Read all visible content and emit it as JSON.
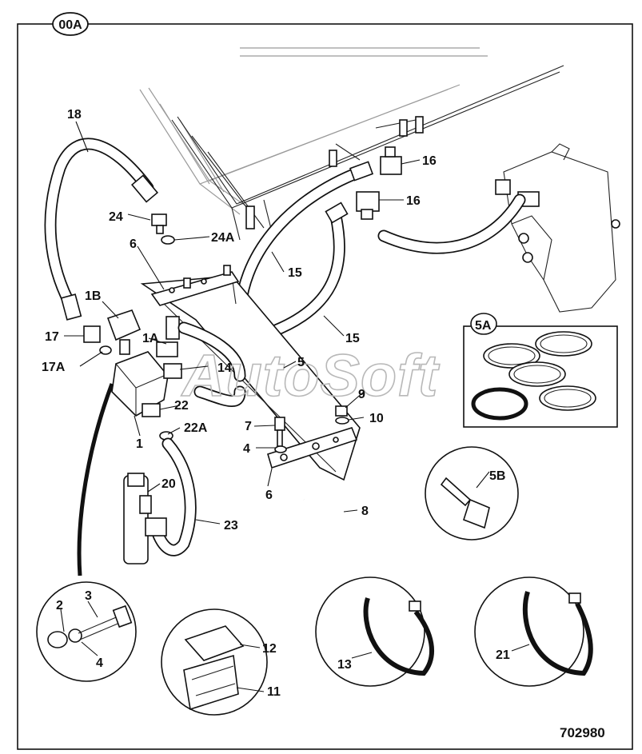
{
  "sheet": {
    "section_tag": "00A",
    "drawing_number": "702980"
  },
  "watermark": "AutoSoft",
  "callouts": {
    "c18": "18",
    "c24": "24",
    "c24a": "24A",
    "c6_top": "6",
    "c6_bot": "6",
    "c16_upper": "16",
    "c16_lower": "16",
    "c15_upper": "15",
    "c15_lower": "15",
    "c1b": "1B",
    "c1a": "1A",
    "c17": "17",
    "c17a": "17A",
    "c14": "14",
    "c22": "22",
    "c22a": "22A",
    "c1": "1",
    "c5": "5",
    "c9": "9",
    "c10": "10",
    "c7": "7",
    "c4_main": "4",
    "c8": "8",
    "c20": "20",
    "c23": "23",
    "c5a": "5A",
    "c5b": "5B",
    "c2": "2",
    "c3": "3",
    "c4_inset": "4",
    "c12": "12",
    "c11": "11",
    "c13": "13",
    "c21": "21"
  }
}
